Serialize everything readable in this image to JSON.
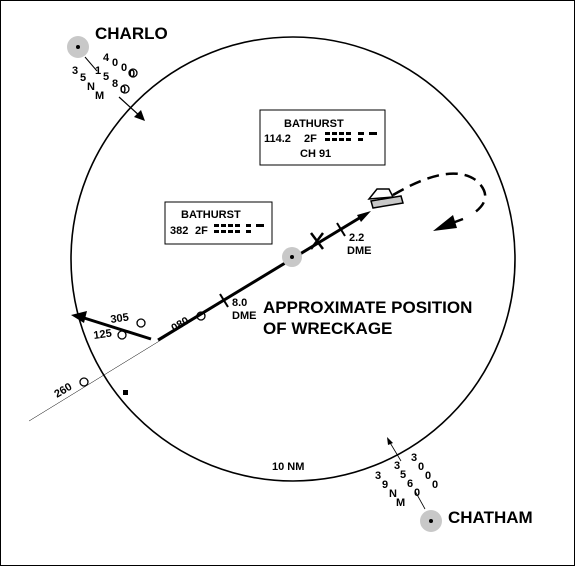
{
  "stations": {
    "charlo": "CHARLO",
    "chatham": "CHATHAM"
  },
  "charlo_bearing": {
    "radial_chars": [
      "4",
      "0",
      "0",
      "0"
    ],
    "course_chars": [
      "1",
      "5",
      "8",
      "0"
    ],
    "distance_chars": [
      "3",
      "5",
      "N",
      "M"
    ]
  },
  "chatham_bearing": {
    "radial_chars": [
      "3",
      "0",
      "0",
      "0"
    ],
    "course_chars": [
      "3",
      "5",
      "6",
      "0"
    ],
    "distance_chars": [
      "3",
      "9",
      "N",
      "M"
    ]
  },
  "vor_box": {
    "name": "BATHURST",
    "freq": "114.2",
    "ident": "2F",
    "channel": "CH 91"
  },
  "ndb_box": {
    "name": "BATHURST",
    "freq": "382",
    "ident": "2F"
  },
  "radials": {
    "r305": "305",
    "r125": "125",
    "r080": "080",
    "r260": "260"
  },
  "dme": {
    "d8": "8.0",
    "d8_label": "DME",
    "d22": "2.2",
    "d22_label": "DME"
  },
  "wreckage": {
    "line1": "APPROXIMATE POSITION",
    "line2": "OF WRECKAGE"
  },
  "ring_label": "10 NM",
  "colors": {
    "ink": "#000000",
    "station_fill": "#c8c8c8",
    "background": "#ffffff"
  }
}
